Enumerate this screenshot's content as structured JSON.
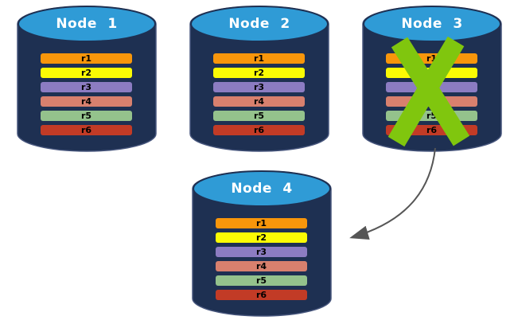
{
  "colors": {
    "background": "#FFFFFF",
    "cylinder_body": "#1E3052",
    "cylinder_edge": "#46557C",
    "cylinder_top": "#2F9BD6",
    "title_text": "#FFFFFF",
    "row_text": "#000000",
    "failure_x": "#80C60E",
    "arrow": "#565656"
  },
  "rows": [
    {
      "label": "r1",
      "color": "#F8960B"
    },
    {
      "label": "r2",
      "color": "#FBFB04"
    },
    {
      "label": "r3",
      "color": "#8C7CC2"
    },
    {
      "label": "r4",
      "color": "#D8806E"
    },
    {
      "label": "r5",
      "color": "#94C28C"
    },
    {
      "label": "r6",
      "color": "#C23B26"
    }
  ],
  "nodes": [
    {
      "label": "Node 1",
      "failed": false
    },
    {
      "label": "Node 2",
      "failed": false
    },
    {
      "label": "Node 3",
      "failed": true
    },
    {
      "label": "Node 4",
      "failed": false
    }
  ],
  "arrow": {
    "from": "Node 3",
    "to": "Node 4"
  }
}
